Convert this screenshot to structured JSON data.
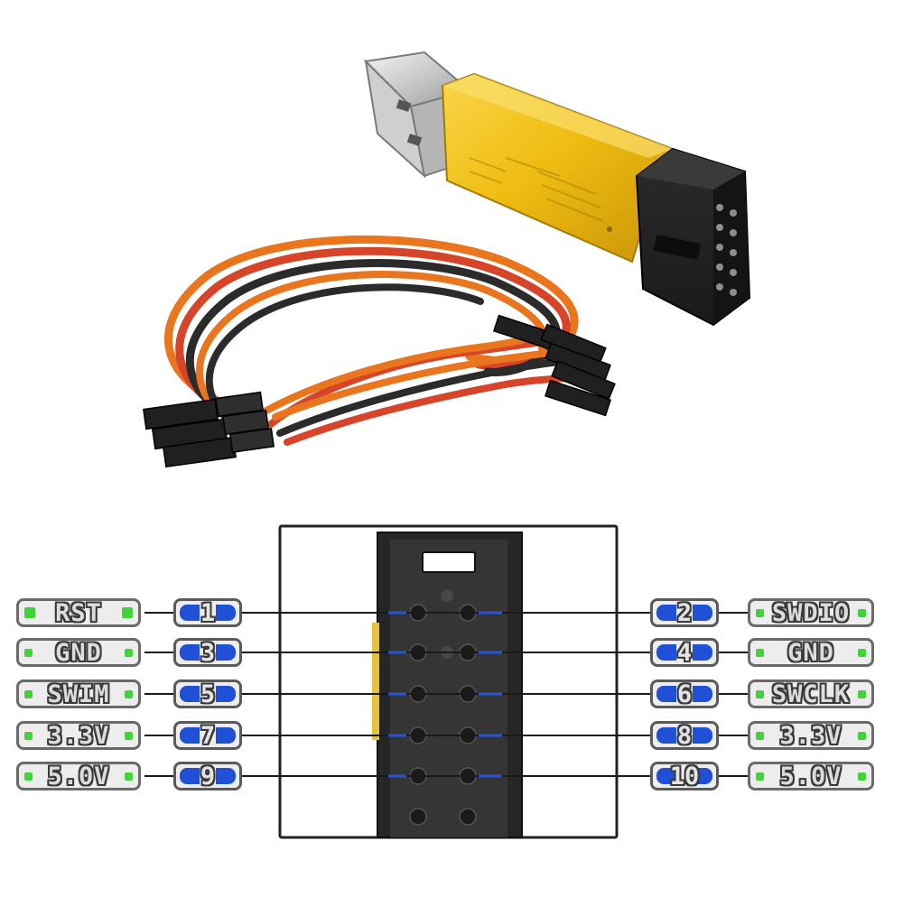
{
  "colors": {
    "shell_yellow": "#f2c318",
    "header_black": "#1e1e1e",
    "label_green_marker": "#44d23c",
    "number_blue_marker": "#1f50d6",
    "wire_orange": "#e9761f",
    "wire_red": "#d6452a",
    "wire_black": "#2b2b2b",
    "connector_line_blue": "#2554d8"
  },
  "pinout": {
    "left": [
      {
        "label": "RST",
        "pin": "1"
      },
      {
        "label": "GND",
        "pin": "3"
      },
      {
        "label": "SWIM",
        "pin": "5"
      },
      {
        "label": "3.3V",
        "pin": "7"
      },
      {
        "label": "5.0V",
        "pin": "9"
      }
    ],
    "right": [
      {
        "pin": "2",
        "label": "SWDIO"
      },
      {
        "pin": "4",
        "label": "GND"
      },
      {
        "pin": "6",
        "label": "SWCLK"
      },
      {
        "pin": "8",
        "label": "3.3V"
      },
      {
        "pin": "10",
        "label": "5.0V"
      }
    ]
  }
}
